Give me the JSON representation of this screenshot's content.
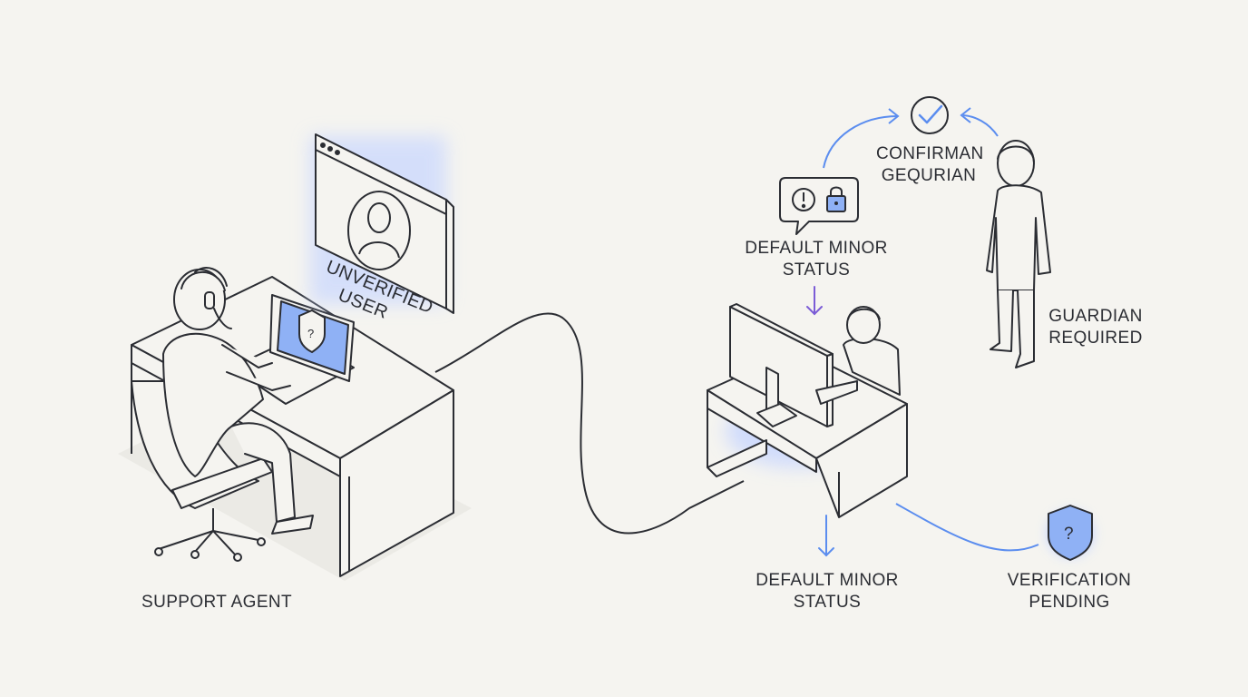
{
  "labels": {
    "support_agent": "SUPPORT AGENT",
    "unverified_user": [
      "UNVERIFIED",
      "USER"
    ],
    "default_minor_status_top": [
      "DEFAULT MINOR",
      "STATUS"
    ],
    "confirm_guardian": [
      "CONFIRMAN",
      "GEQURIAN"
    ],
    "guardian_required": [
      "GUARDIAN",
      "REQUIRED"
    ],
    "default_minor_status_bottom": [
      "DEFAULT MINOR",
      "STATUS"
    ],
    "verification_pending": [
      "VERIFICATION",
      "PENDING"
    ]
  },
  "icons": {
    "status_bubble": [
      "alert-icon",
      "lock-icon"
    ],
    "confirm": "checkmark-circle-icon",
    "verification": "shield-question-icon",
    "laptop_screen": "shield-question-icon",
    "profile": "user-avatar-icon"
  },
  "colors": {
    "background": "#f5f4f0",
    "line": "#2b2d33",
    "accent_blue": "#5b8def",
    "accent_fill": "#8fb1f5",
    "accent_purple": "#7b5cd6",
    "glow": "#c7d6ff"
  }
}
